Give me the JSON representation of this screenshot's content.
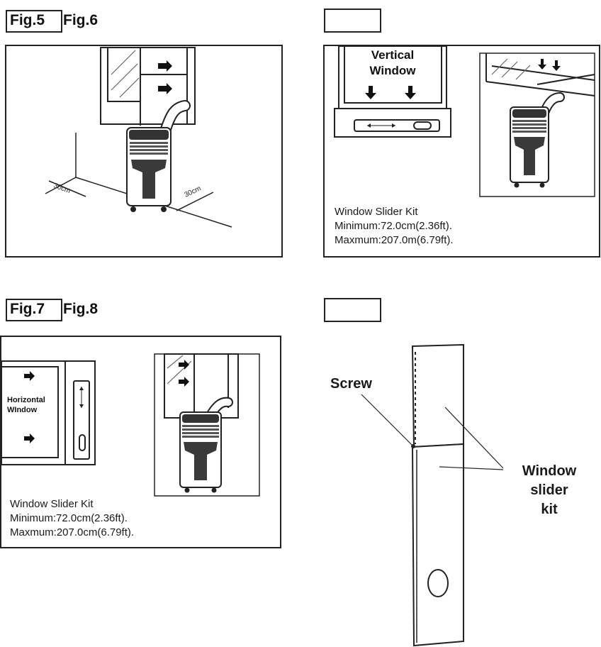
{
  "figures": {
    "fig5": {
      "label_boxed": "Fig.5",
      "label_next": "Fig.6",
      "dim_left": "30cm",
      "dim_right": "30cm"
    },
    "fig6": {
      "window_title_line1": "Vertical",
      "window_title_line2": "Window",
      "kit_title": "Window Slider Kit",
      "minimum": "Minimum:72.0cm(2.36ft).",
      "maximum": "Maxmum:207.0m(6.79ft)."
    },
    "fig7": {
      "label_boxed": "Fig.7",
      "label_next": "Fig.8",
      "window_title_line1": "Horizontal",
      "window_title_line2": "WIndow",
      "kit_title": "Window Slider Kit",
      "minimum": "Minimum:72.0cm(2.36ft).",
      "maximum": "Maxmum:207.0cm(6.79ft)."
    },
    "fig8": {
      "screw_label": "Screw",
      "kit_label_line1": "Window",
      "kit_label_line2": "slider",
      "kit_label_line3": "kit"
    }
  },
  "colors": {
    "line": "#222222",
    "unit_body": "#2b2b2b",
    "grille": "#555555"
  }
}
